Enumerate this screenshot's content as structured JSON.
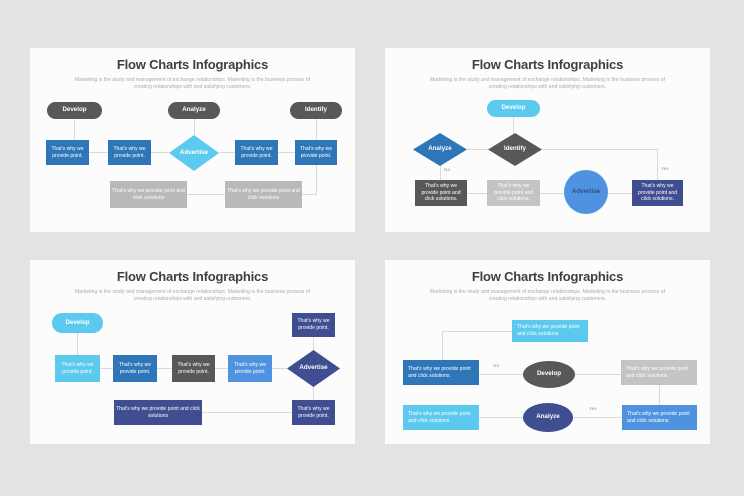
{
  "palette": {
    "page_background": "#E3E3E3",
    "slide_background": "#FCFCFC",
    "title_color": "#3F3F3F",
    "subtitle_color": "#ABABAB",
    "dark_gray_shape": "#57585A",
    "steel_blue_shape": "#2E76B8",
    "sky_blue_shape": "#5CC9EE",
    "navy_shape": "#3F4E91",
    "bright_blue_shape": "#4F93E0",
    "gray_box": "#B9B9B9",
    "light_gray_box": "#C4C4C4",
    "connector_color": "#DADADA"
  },
  "slides": [
    {
      "title": "Flow Charts Infographics",
      "subtitle": "Marketing is the study and management of exchange relationships. Marketing is the business process of creating relationships with and satisfying customers.",
      "nodes": {
        "pill_develop": "Develop",
        "pill_analyze": "Analyze",
        "pill_identify": "Identify",
        "box1": "That's why we provide point.",
        "box2": "That's why we provide point.",
        "diamond_advertise": "Advertise",
        "box3": "That's why we provide point.",
        "box4": "That's why we provide point.",
        "gray_box1": "That's why we provide point and click solutions",
        "gray_box2": "That's why we provide point and click solutions"
      }
    },
    {
      "title": "Flow Charts Infographics",
      "subtitle": "Marketing is the study and management of exchange relationships. Marketing is the business process of creating relationships with and satisfying customers.",
      "nodes": {
        "pill_develop": "Develop",
        "diamond_analyze": "Analyze",
        "diamond_identify": "Identify",
        "box_left": "That's why we provide point and click solutions.",
        "box_center": "That's why we provide point and click solutions.",
        "circle_advertise": "Advertise",
        "box_right": "That's why we provide point and click solutions.",
        "label_no": "No",
        "label_yes": "Yes"
      }
    },
    {
      "title": "Flow Charts Infographics",
      "subtitle": "Marketing is the study and management of exchange relationships. Marketing is the business process of creating relationships with and satisfying customers.",
      "nodes": {
        "pill_develop": "Develop",
        "box_top_right": "That's why we provide point.",
        "box_row1": "That's why we provide point.",
        "box_row2": "That's why we provide point.",
        "box_row3": "That's why we provide point.",
        "box_row4": "That's why we provide point.",
        "diamond_advertise": "Advertise",
        "box_bottom_wide": "That's why we provide point and click solutions",
        "box_bottom_right": "That's why we provide point."
      }
    },
    {
      "title": "Flow Charts Infographics",
      "subtitle": "Marketing is the study and management of exchange relationships. Marketing is the business process of creating relationships with and satisfying customers.",
      "nodes": {
        "box_top": "That's why we provide point and click solutions",
        "box_mid_left": "That's why we provide point and click solutions.",
        "ellipse_develop": "Develop",
        "box_mid_right": "That's why we provide point and click solutions",
        "box_bottom_left": "That's why we provide point and click solutions",
        "ellipse_analyze": "Analyze",
        "box_bottom_right": "That's why we provide point and click solutions.",
        "label_no": "No",
        "label_yes": "Yes"
      }
    }
  ]
}
